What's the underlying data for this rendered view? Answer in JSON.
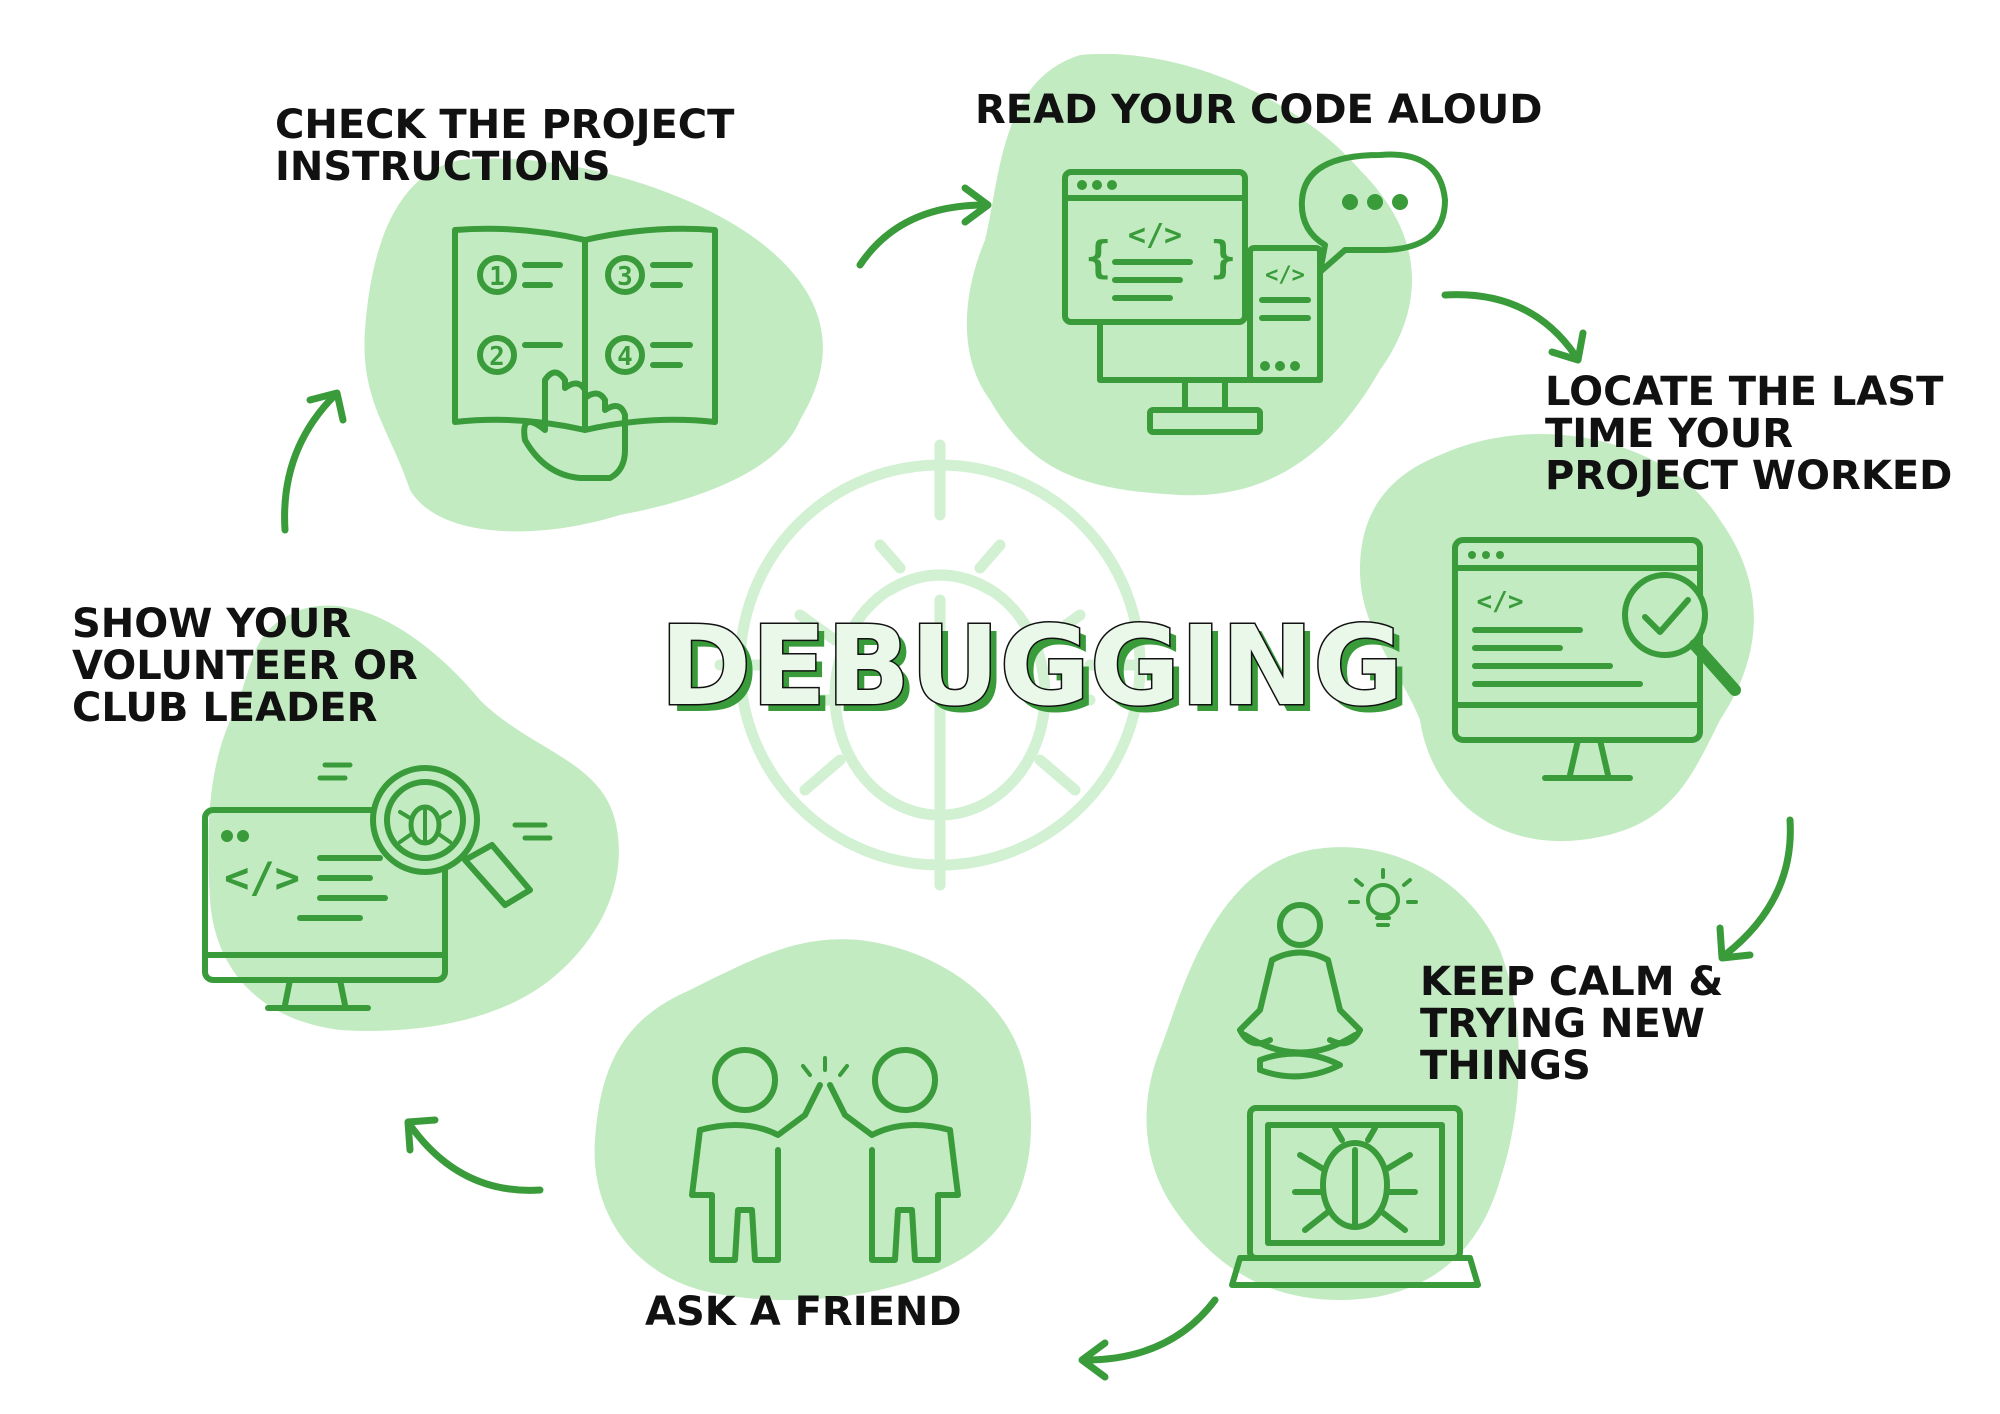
{
  "title": "DEBUGGING",
  "steps": [
    {
      "id": "check-instructions",
      "lines": [
        "CHECK THE PROJECT",
        "INSTRUCTIONS"
      ],
      "icon": "instruction-book-icon"
    },
    {
      "id": "read-aloud",
      "lines": [
        "READ YOUR CODE ALOUD"
      ],
      "icon": "code-speech-monitor-icon"
    },
    {
      "id": "locate-last-working",
      "lines": [
        "LOCATE THE LAST",
        "TIME YOUR",
        "PROJECT WORKED"
      ],
      "icon": "monitor-magnifier-check-icon"
    },
    {
      "id": "keep-calm",
      "lines": [
        "KEEP CALM &",
        "TRYING NEW",
        "THINGS"
      ],
      "icon": "meditation-laptop-bug-icon"
    },
    {
      "id": "ask-friend",
      "lines": [
        "ASK A FRIEND"
      ],
      "icon": "high-five-icon"
    },
    {
      "id": "show-leader",
      "lines": [
        "SHOW YOUR",
        "VOLUNTEER OR",
        "CLUB LEADER"
      ],
      "icon": "monitor-bug-magnifier-icon"
    }
  ],
  "glyphs": {
    "code_tag": "</>",
    "braces_left": "{",
    "braces_right": "}",
    "num1": "1",
    "num2": "2",
    "num3": "3",
    "num4": "4"
  },
  "colors": {
    "accent": "#3a9b3a",
    "blob": "#c2ebc2",
    "target": "#d2f0d2",
    "text": "#111111"
  }
}
